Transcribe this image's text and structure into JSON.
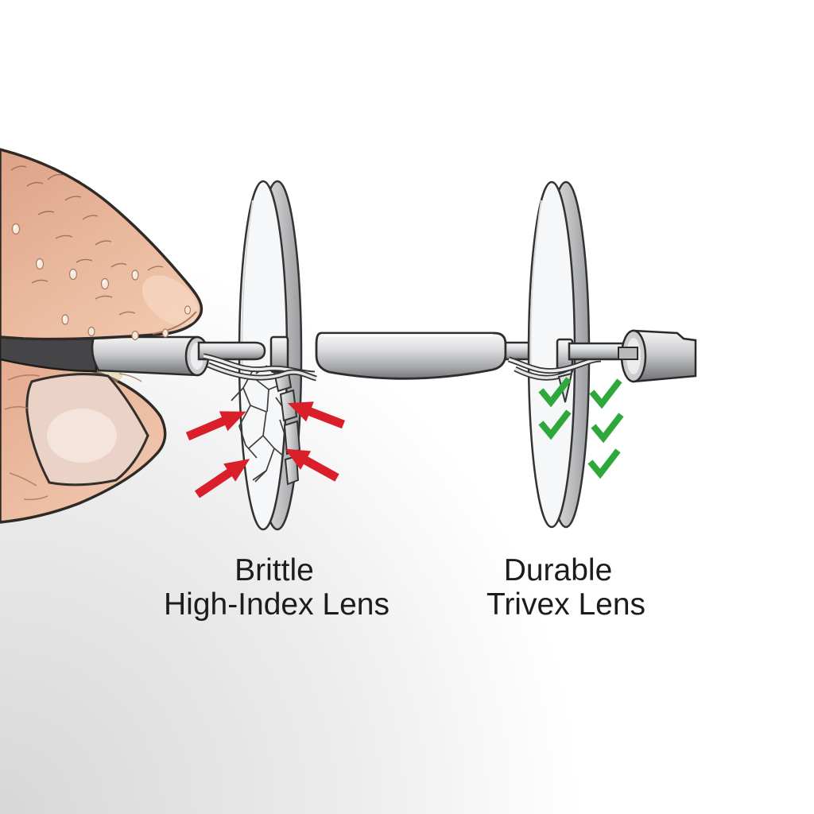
{
  "illustration": {
    "kind": "lens durability comparison drawing",
    "labels": {
      "left": {
        "line1": "Brittle",
        "line2": "High-Index Lens"
      },
      "right": {
        "line1": "Durable",
        "line2": "Trivex Lens"
      }
    },
    "markers": {
      "left": {
        "icon": "red-arrow",
        "count": 4,
        "color": "#d9202a"
      },
      "right": {
        "icon": "green-check",
        "count": 5,
        "color": "#2ea83a"
      }
    },
    "palette": {
      "background": "#ffffff",
      "background_shade": "#d7d7d7",
      "outline": "#2f2c2a",
      "metal_light": "#f4f4f5",
      "metal_dark": "#7b7c7f",
      "handle_dark": "#454548",
      "skin": "#e9b79c",
      "skin_shadow": "#cf9579",
      "nail": "#ead2c6",
      "lens_face": "#f6f7f8",
      "text": "#1c1c1c"
    }
  }
}
